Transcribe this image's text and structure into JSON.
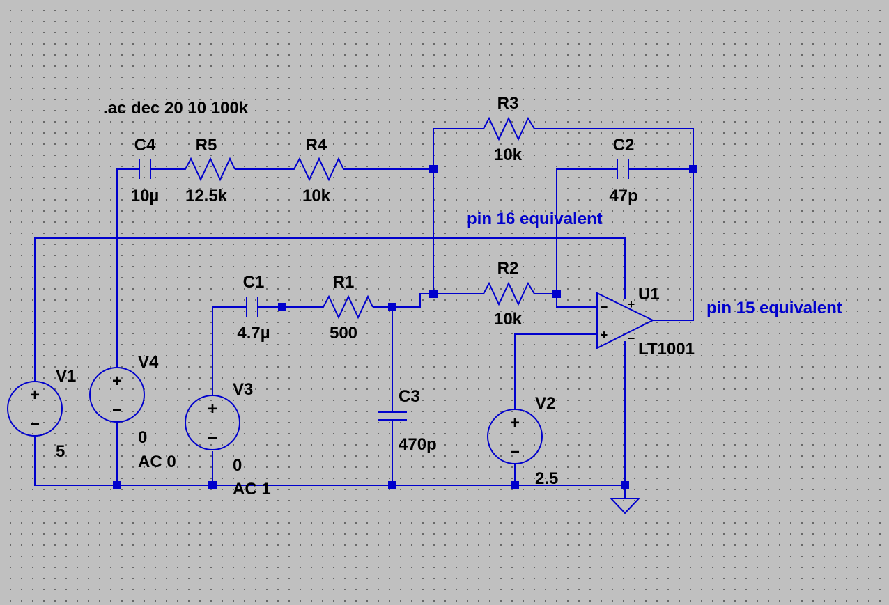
{
  "directive": ".ac dec 20 10 100k",
  "colors": {
    "background": "#c0c0c0",
    "wire": "#0000cc",
    "text": "#000000",
    "net_label": "#0000cc"
  },
  "net_labels": {
    "pin16": "pin 16 equivalent",
    "pin15": "pin 15 equivalent"
  },
  "components": {
    "C4": {
      "name": "C4",
      "value": "10µ"
    },
    "R5": {
      "name": "R5",
      "value": "12.5k"
    },
    "R4": {
      "name": "R4",
      "value": "10k"
    },
    "R3": {
      "name": "R3",
      "value": "10k"
    },
    "C2": {
      "name": "C2",
      "value": "47p"
    },
    "C1": {
      "name": "C1",
      "value": "4.7µ"
    },
    "R1": {
      "name": "R1",
      "value": "500"
    },
    "R2": {
      "name": "R2",
      "value": "10k"
    },
    "C3": {
      "name": "C3",
      "value": "470p"
    },
    "U1": {
      "name": "U1",
      "value": "LT1001",
      "pin_plus": "+",
      "pin_minus": "−"
    },
    "V1": {
      "name": "V1",
      "value": "5",
      "plus": "+",
      "minus": "−"
    },
    "V4": {
      "name": "V4",
      "value": "0",
      "ac": "AC 0",
      "plus": "+",
      "minus": "−"
    },
    "V3": {
      "name": "V3",
      "value": "0",
      "ac": "AC 1",
      "plus": "+",
      "minus": "−"
    },
    "V2": {
      "name": "V2",
      "value": "2.5",
      "plus": "+",
      "minus": "−"
    }
  }
}
